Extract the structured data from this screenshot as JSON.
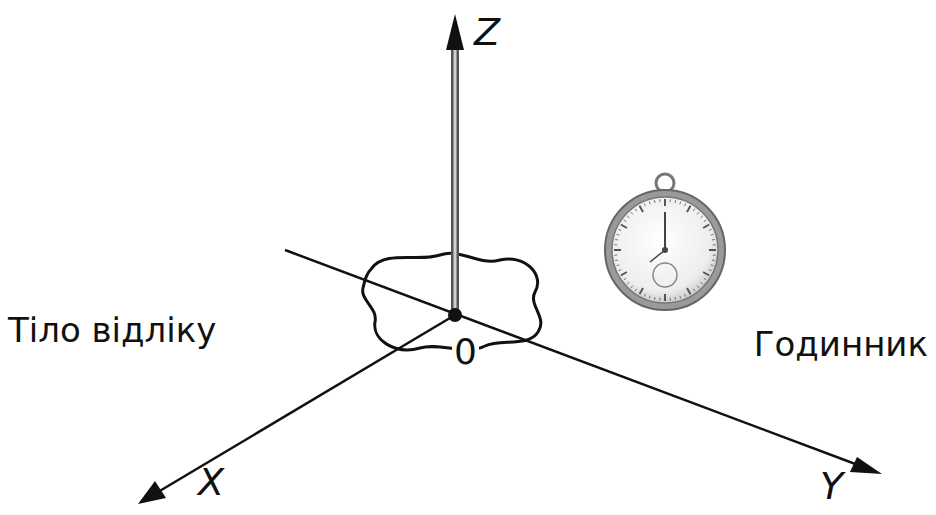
{
  "diagram": {
    "labels": [
      "Z",
      "X",
      "Y",
      "0",
      "Тіло відліку",
      "Годинник"
    ]
  }
}
